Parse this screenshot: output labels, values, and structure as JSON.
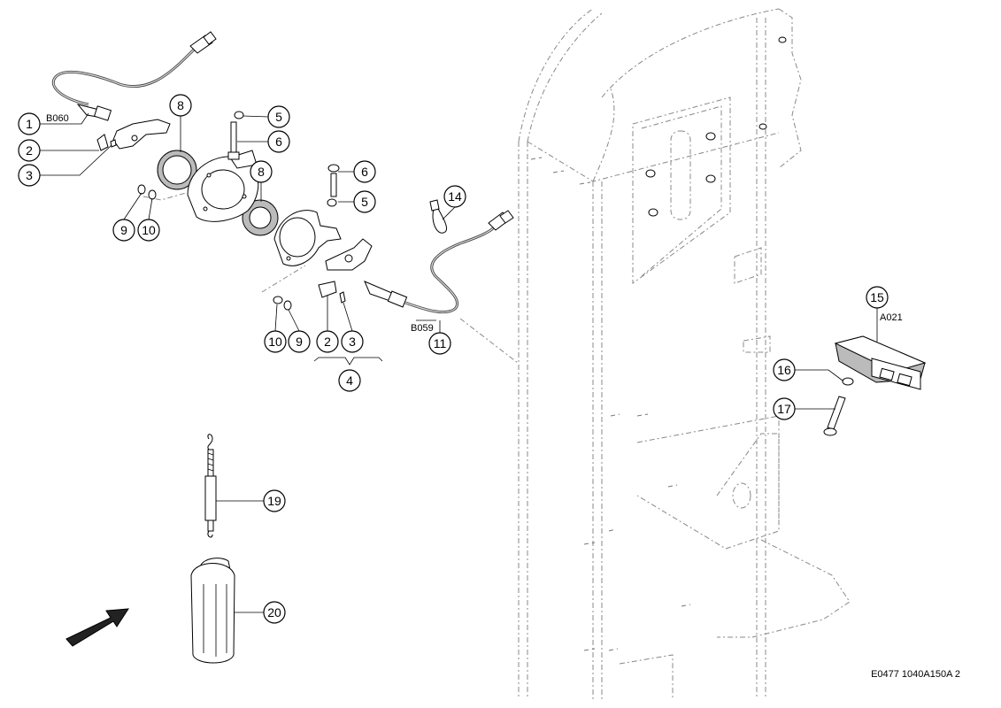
{
  "callouts": [
    {
      "id": "c1",
      "label": "1"
    },
    {
      "id": "c2a",
      "label": "2"
    },
    {
      "id": "c3a",
      "label": "3"
    },
    {
      "id": "c8a",
      "label": "8"
    },
    {
      "id": "c5a",
      "label": "5"
    },
    {
      "id": "c6a",
      "label": "6"
    },
    {
      "id": "c8b",
      "label": "8"
    },
    {
      "id": "c9a",
      "label": "9"
    },
    {
      "id": "c10a",
      "label": "10"
    },
    {
      "id": "c6b",
      "label": "6"
    },
    {
      "id": "c5b",
      "label": "5"
    },
    {
      "id": "c14",
      "label": "14"
    },
    {
      "id": "c10b",
      "label": "10"
    },
    {
      "id": "c9b",
      "label": "9"
    },
    {
      "id": "c2b",
      "label": "2"
    },
    {
      "id": "c3b",
      "label": "3"
    },
    {
      "id": "c11",
      "label": "11"
    },
    {
      "id": "c4",
      "label": "4"
    },
    {
      "id": "c15",
      "label": "15"
    },
    {
      "id": "c16",
      "label": "16"
    },
    {
      "id": "c17",
      "label": "17"
    },
    {
      "id": "c19",
      "label": "19"
    },
    {
      "id": "c20",
      "label": "20"
    }
  ],
  "references": {
    "b060": "B060",
    "b059": "B059",
    "a021": "A021"
  },
  "figure_code": "E0477 1040A150A 2"
}
